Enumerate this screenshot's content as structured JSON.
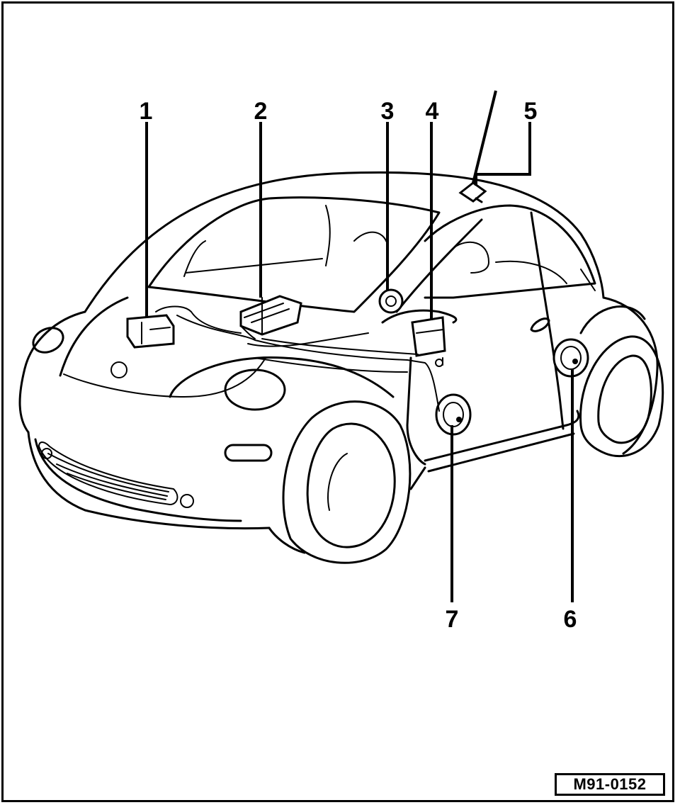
{
  "figure": {
    "reference_code": "M91-0152",
    "callouts": [
      {
        "id": "1",
        "label": "1"
      },
      {
        "id": "2",
        "label": "2"
      },
      {
        "id": "3",
        "label": "3"
      },
      {
        "id": "4",
        "label": "4"
      },
      {
        "id": "5",
        "label": "5"
      },
      {
        "id": "6",
        "label": "6"
      },
      {
        "id": "7",
        "label": "7"
      }
    ]
  },
  "colors": {
    "line": "#000000",
    "background": "#ffffff"
  }
}
